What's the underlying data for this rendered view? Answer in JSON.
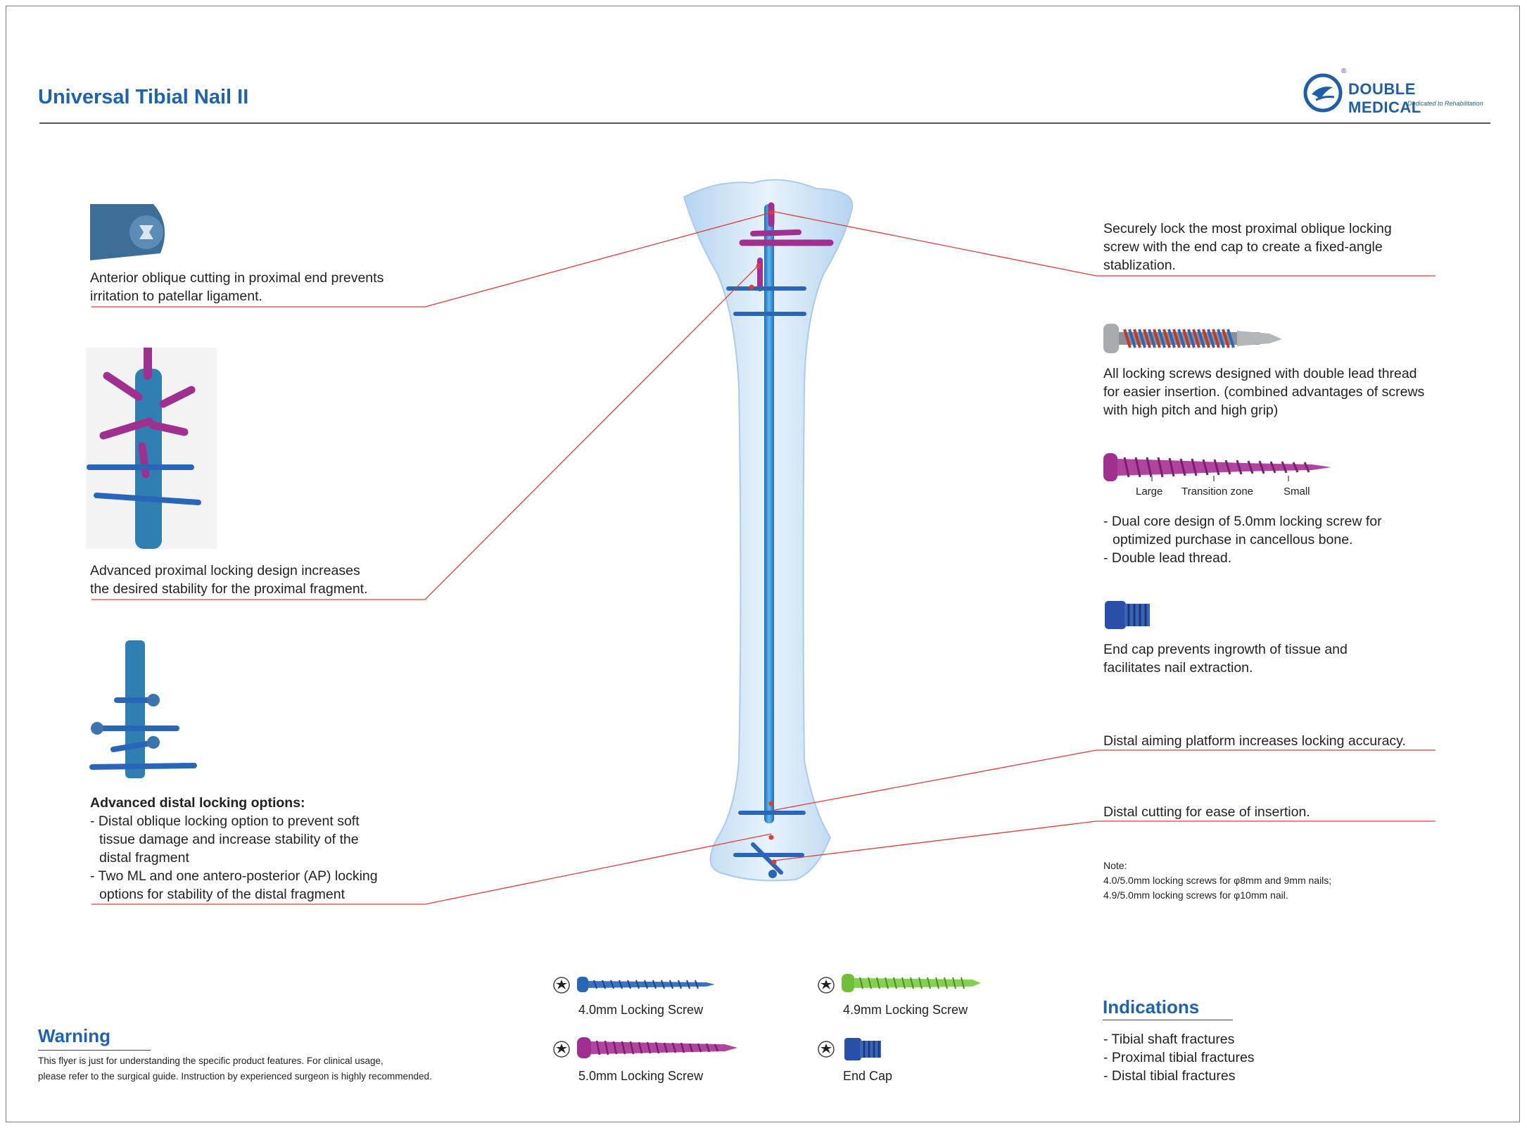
{
  "header": {
    "title": "Universal Tibial Nail II",
    "logo_brand": "DOUBLE MEDICAL",
    "logo_tagline": "Dedicated to Rehabilitation",
    "logo_registered": "®"
  },
  "left_features": [
    {
      "lines": [
        "Anterior oblique cutting in proximal end prevents",
        "irritation to patellar ligament."
      ]
    },
    {
      "lines": [
        "Advanced proximal locking design increases",
        "the desired stability for the proximal fragment."
      ]
    },
    {
      "heading": "Advanced distal locking options:",
      "lines": [
        "- Distal oblique locking option to prevent soft",
        "tissue damage and increase stability of the",
        "distal fragment",
        "- Two ML and one antero-posterior (AP) locking",
        "options for stability of the distal fragment"
      ]
    }
  ],
  "right_features": [
    {
      "lines": [
        "Securely lock the most proximal oblique locking",
        "screw with the end cap to create a fixed-angle",
        "stablization."
      ]
    },
    {
      "lines": [
        "All locking screws designed with double lead thread",
        "for easier insertion. (combined advantages of screws",
        "with high pitch and high grip)"
      ]
    },
    {
      "zone_labels": [
        "Large",
        "Transition zone",
        "Small"
      ],
      "lines": [
        "- Dual core design of 5.0mm locking screw for",
        "optimized purchase in cancellous bone.",
        "- Double lead thread."
      ]
    },
    {
      "lines": [
        "End cap prevents ingrowth of tissue and",
        "facilitates nail extraction."
      ]
    },
    {
      "lines": [
        "Distal aiming platform increases locking accuracy."
      ]
    },
    {
      "lines": [
        "Distal cutting for ease of insertion."
      ]
    }
  ],
  "note": {
    "label": "Note:",
    "lines": [
      "4.0/5.0mm locking screws for φ8mm and 9mm nails;",
      "4.9/5.0mm locking screws for φ10mm nail."
    ]
  },
  "warning": {
    "heading": "Warning",
    "lines": [
      "This flyer is just for understanding the specific product features. For clinical usage,",
      "please refer to the surgical guide. Instruction by experienced surgeon is highly recommended."
    ]
  },
  "products": [
    {
      "name": "4.0mm Locking Screw",
      "color": "#2a66b8"
    },
    {
      "name": "4.9mm Locking Screw",
      "color": "#6fbf3a"
    },
    {
      "name": "5.0mm Locking Screw",
      "color": "#a0308f"
    },
    {
      "name": "End Cap",
      "color": "#2a4fa8"
    }
  ],
  "indications": {
    "heading": "Indications",
    "items": [
      "- Tibial shaft fractures",
      "- Proximal tibial fractures",
      "- Distal tibial fractures"
    ]
  },
  "colors": {
    "accent_blue": "#1e63b0",
    "leader_red": "#e03a3a",
    "nail_blue": "#2b8fd6",
    "screw_magenta": "#a0308f",
    "bone": "#cfe4f7"
  }
}
